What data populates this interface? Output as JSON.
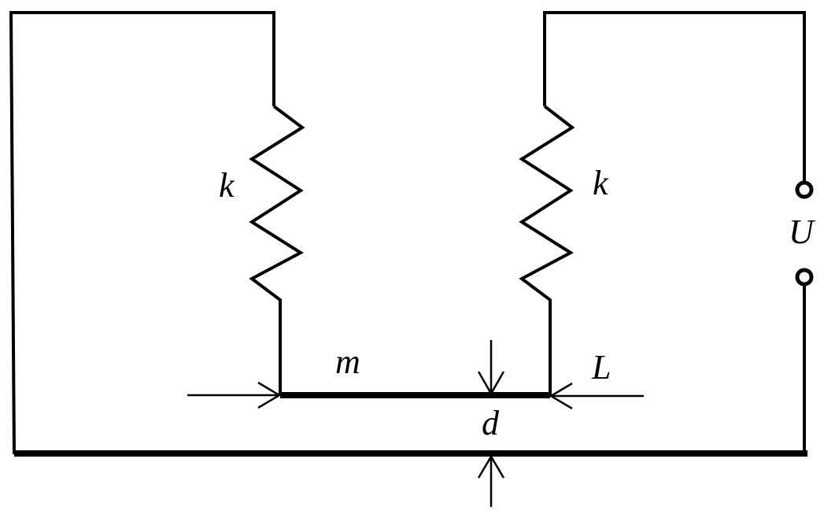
{
  "labels": {
    "spring_left": "k",
    "spring_right": "k",
    "voltage": "U",
    "mass": "m",
    "length": "L",
    "gap": "d"
  }
}
